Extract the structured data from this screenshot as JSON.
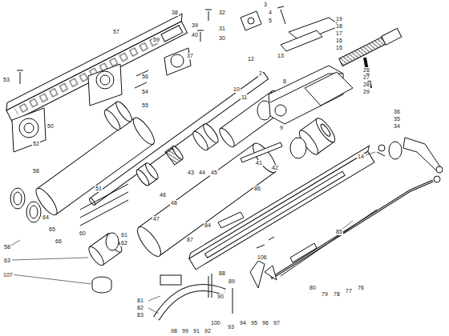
{
  "diagram": {
    "labels": [
      "38",
      "39",
      "40",
      "37",
      "32",
      "31",
      "30",
      "3",
      "4",
      "5",
      "19",
      "18",
      "17",
      "16",
      "15",
      "26",
      "27",
      "28",
      "29",
      "36",
      "35",
      "34",
      "14",
      "12",
      "13",
      "2",
      "8",
      "9",
      "10",
      "11",
      "57",
      "59",
      "53",
      "56",
      "54",
      "55",
      "50",
      "52",
      "58",
      "43",
      "44",
      "45",
      "46",
      "47",
      "48",
      "41",
      "42",
      "51",
      "64",
      "65",
      "66",
      "60",
      "61",
      "62",
      "63",
      "58",
      "107",
      "86",
      "84",
      "87",
      "85",
      "88",
      "89",
      "90",
      "81",
      "82",
      "83",
      "98",
      "99",
      "91",
      "92",
      "93",
      "94",
      "95",
      "96",
      "97",
      "100",
      "80",
      "79",
      "78",
      "77",
      "76",
      "106"
    ]
  }
}
